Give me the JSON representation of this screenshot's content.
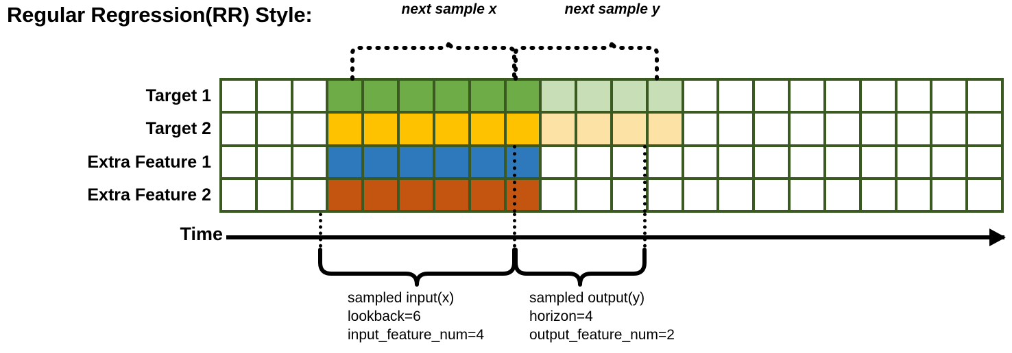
{
  "title": "Regular Regression(RR) Style:",
  "row_labels": [
    "Target 1",
    "Target 2",
    "Extra Feature 1",
    "Extra Feature 2"
  ],
  "time_axis": {
    "label": "Time",
    "arrow": "right-arrow-icon"
  },
  "top_braces": [
    {
      "label": "next sample x"
    },
    {
      "label": "next sample y"
    }
  ],
  "bottom_braces": [
    {
      "title": "sampled input(x)",
      "line2": "lookback=6",
      "line3": "input_feature_num=4"
    },
    {
      "title": "sampled output(y)",
      "line2": "horizon=4",
      "line3": "output_feature_num=2"
    }
  ],
  "colors": {
    "grid_border": "#3A5A22",
    "empty_cell": "#FFFFFF",
    "target1_solid": "#6EAC48",
    "target1_light": "#C8DEB7",
    "target2_solid": "#FFC200",
    "target2_light": "#FCE2A4",
    "extra1_solid": "#2E78BC",
    "extra2_solid": "#C45511",
    "axis": "#000000",
    "text": "#000000"
  },
  "chart_data": {
    "type": "heatmap",
    "title": "Regular Regression(RR) Style:",
    "columns": 22,
    "rows": 4,
    "row_names": [
      "Target 1",
      "Target 2",
      "Extra Feature 1",
      "Extra Feature 2"
    ],
    "input_start_col": 3,
    "input_end_col": 8,
    "output_start_col": 9,
    "output_end_col": 12,
    "lookback": 6,
    "horizon": 4,
    "input_feature_num": 4,
    "output_feature_num": 2,
    "cell_colors": [
      [
        "#FFFFFF",
        "#FFFFFF",
        "#FFFFFF",
        "#6EAC48",
        "#6EAC48",
        "#6EAC48",
        "#6EAC48",
        "#6EAC48",
        "#6EAC48",
        "#C8DEB7",
        "#C8DEB7",
        "#C8DEB7",
        "#C8DEB7",
        "#FFFFFF",
        "#FFFFFF",
        "#FFFFFF",
        "#FFFFFF",
        "#FFFFFF",
        "#FFFFFF",
        "#FFFFFF",
        "#FFFFFF",
        "#FFFFFF"
      ],
      [
        "#FFFFFF",
        "#FFFFFF",
        "#FFFFFF",
        "#FFC200",
        "#FFC200",
        "#FFC200",
        "#FFC200",
        "#FFC200",
        "#FFC200",
        "#FCE2A4",
        "#FCE2A4",
        "#FCE2A4",
        "#FCE2A4",
        "#FFFFFF",
        "#FFFFFF",
        "#FFFFFF",
        "#FFFFFF",
        "#FFFFFF",
        "#FFFFFF",
        "#FFFFFF",
        "#FFFFFF",
        "#FFFFFF"
      ],
      [
        "#FFFFFF",
        "#FFFFFF",
        "#FFFFFF",
        "#2E78BC",
        "#2E78BC",
        "#2E78BC",
        "#2E78BC",
        "#2E78BC",
        "#2E78BC",
        "#FFFFFF",
        "#FFFFFF",
        "#FFFFFF",
        "#FFFFFF",
        "#FFFFFF",
        "#FFFFFF",
        "#FFFFFF",
        "#FFFFFF",
        "#FFFFFF",
        "#FFFFFF",
        "#FFFFFF",
        "#FFFFFF",
        "#FFFFFF"
      ],
      [
        "#FFFFFF",
        "#FFFFFF",
        "#FFFFFF",
        "#C45511",
        "#C45511",
        "#C45511",
        "#C45511",
        "#C45511",
        "#C45511",
        "#FFFFFF",
        "#FFFFFF",
        "#FFFFFF",
        "#FFFFFF",
        "#FFFFFF",
        "#FFFFFF",
        "#FFFFFF",
        "#FFFFFF",
        "#FFFFFF",
        "#FFFFFF",
        "#FFFFFF",
        "#FFFFFF",
        "#FFFFFF"
      ]
    ]
  }
}
